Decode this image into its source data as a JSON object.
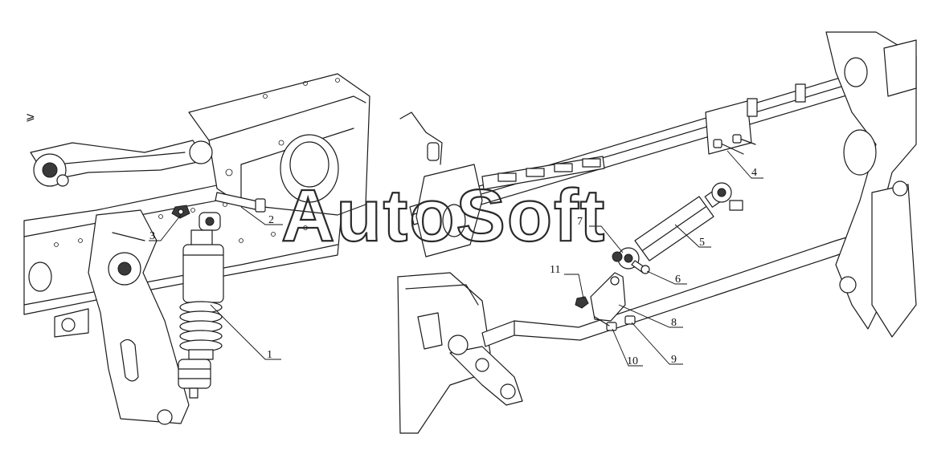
{
  "watermark": "AutoSoft",
  "mark_top_left": "⩾",
  "callouts": [
    "1",
    "2",
    "3",
    "4",
    "5",
    "6",
    "7",
    "8",
    "9",
    "10",
    "11"
  ]
}
